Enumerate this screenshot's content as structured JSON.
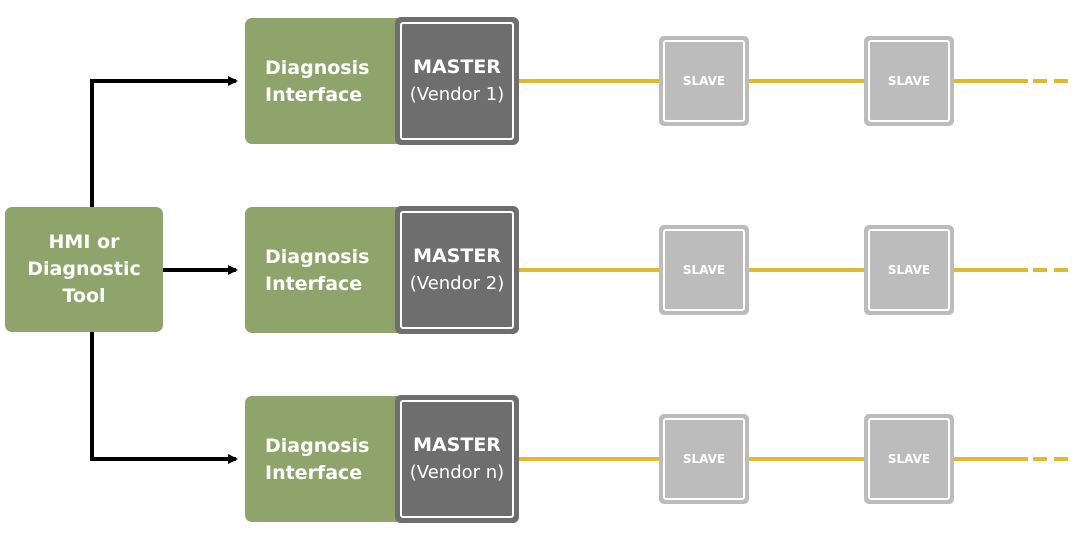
{
  "colors": {
    "green": "#8ea46a",
    "master_gray": "#6e6e6e",
    "slave_gray": "#bcbcbc",
    "bus_yellow": "#e2b82c",
    "arrow": "#000000"
  },
  "hmi": {
    "lines": [
      "HMI or",
      "Diagnostic",
      "Tool"
    ]
  },
  "rows": [
    {
      "diagnosis_lines": [
        "Diagnosis",
        "Interface"
      ],
      "master_title": "MASTER",
      "master_vendor": "(Vendor 1)",
      "slaves": [
        "SLAVE",
        "SLAVE"
      ]
    },
    {
      "diagnosis_lines": [
        "Diagnosis",
        "Interface"
      ],
      "master_title": "MASTER",
      "master_vendor": "(Vendor 2)",
      "slaves": [
        "SLAVE",
        "SLAVE"
      ]
    },
    {
      "diagnosis_lines": [
        "Diagnosis",
        "Interface"
      ],
      "master_title": "MASTER",
      "master_vendor": "(Vendor n)",
      "slaves": [
        "SLAVE",
        "SLAVE"
      ]
    }
  ]
}
